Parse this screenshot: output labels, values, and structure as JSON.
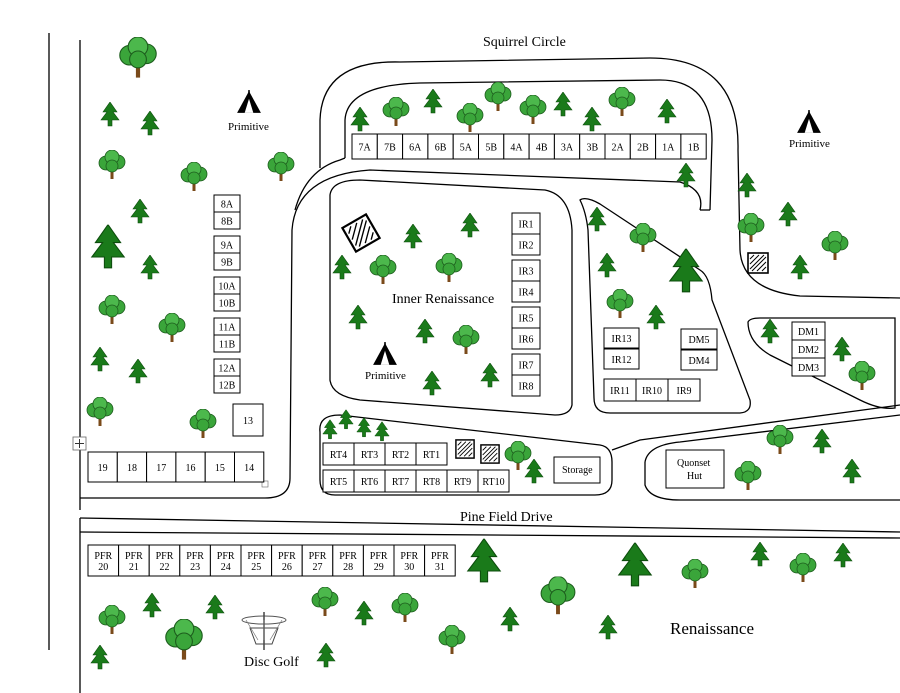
{
  "map": {
    "roads": {
      "squirrel_circle": "Squirrel Circle",
      "pine_field_drive": "Pine Field Drive"
    },
    "areas": {
      "inner_renaissance": "Inner Renaissance",
      "renaissance": "Renaissance",
      "disc_golf": "Disc Golf",
      "quonset_hut_line1": "Quonset",
      "quonset_hut_line2": "Hut",
      "storage": "Storage"
    },
    "primitive_label": "Primitive",
    "sites": {
      "squirrel_row": [
        "7A",
        "7B",
        "6A",
        "6B",
        "5A",
        "5B",
        "4A",
        "4B",
        "3A",
        "3B",
        "2A",
        "2B",
        "1A",
        "1B"
      ],
      "left_column": [
        "8A",
        "8B",
        "9A",
        "9B",
        "10A",
        "10B",
        "11A",
        "11B",
        "12A",
        "12B"
      ],
      "site_13": "13",
      "bottom_left_row": [
        "19",
        "18",
        "17",
        "16",
        "15",
        "14"
      ],
      "inner_renaissance_column": [
        "IR1",
        "IR2",
        "IR3",
        "IR4",
        "IR5",
        "IR6",
        "IR7",
        "IR8"
      ],
      "ir_block": [
        "IR13",
        "IR12",
        "DM5",
        "DM4"
      ],
      "ir_bottom_row": [
        "IR11",
        "IR10",
        "IR9"
      ],
      "dm_column": [
        "DM1",
        "DM2",
        "DM3"
      ],
      "rt_top_row": [
        "RT4",
        "RT3",
        "RT2",
        "RT1"
      ],
      "rt_bottom_row": [
        "RT5",
        "RT6",
        "RT7",
        "RT8",
        "RT9",
        "RT10"
      ],
      "pfr_row": [
        {
          "line1": "PFR",
          "line2": "20"
        },
        {
          "line1": "PFR",
          "line2": "21"
        },
        {
          "line1": "PFR",
          "line2": "22"
        },
        {
          "line1": "PFR",
          "line2": "23"
        },
        {
          "line1": "PFR",
          "line2": "24"
        },
        {
          "line1": "PFR",
          "line2": "25"
        },
        {
          "line1": "PFR",
          "line2": "26"
        },
        {
          "line1": "PFR",
          "line2": "27"
        },
        {
          "line1": "PFR",
          "line2": "28"
        },
        {
          "line1": "PFR",
          "line2": "29"
        },
        {
          "line1": "PFR",
          "line2": "30"
        },
        {
          "line1": "PFR",
          "line2": "31"
        }
      ]
    },
    "icons": {
      "tent": "tent-icon",
      "pine": "pine-tree-icon",
      "deciduous": "deciduous-tree-icon",
      "restroom": "restroom-building-icon",
      "disc_golf_basket": "disc-golf-basket-icon",
      "move_handle": "move-handle-icon"
    },
    "colors": {
      "pine_tree": "#1a7a1a",
      "tree_canopy": "#3aa53a",
      "trunk": "#7a4a1a",
      "road_line": "#000000"
    }
  }
}
